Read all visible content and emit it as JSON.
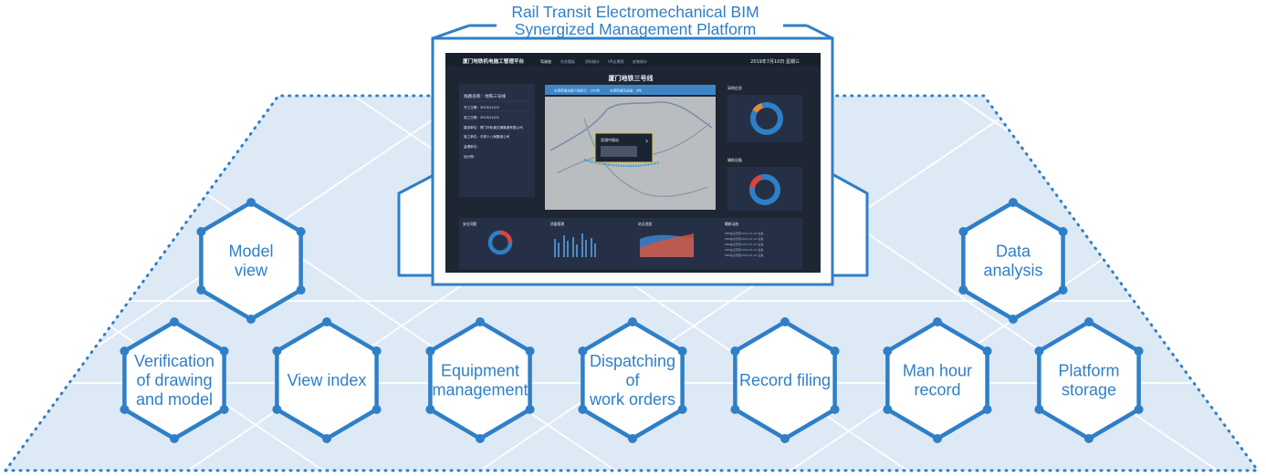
{
  "title": {
    "line1": "Rail Transit Electromechanical BIM",
    "line2": "Synergized Management Platform"
  },
  "dashboard": {
    "app_title": "厦门地铁机电施工管理平台",
    "nav": [
      "驾驶舱",
      "任务看板",
      "资料统计",
      "VR全景图",
      "安装统计"
    ],
    "date": "2019年7月10日 星期三",
    "map_title": "厦门地铁三号线",
    "banner": [
      "本周新增进度产量统计：300吨",
      "本周新增完成量：0吨"
    ],
    "info": [
      "线路名称：地铁三号线",
      "开工日期：2019/12/23",
      "竣工日期：2019/12/23",
      "建设单位：厦门市轨道交通集团有限公司",
      "施工单位：中铁十八局集团公司",
      "监理单位：",
      "设计院："
    ],
    "popup_title": "双浦中路站",
    "right_titles": [
      "采购信息",
      "辅助设备"
    ],
    "bottom_titles": [
      "安全问题",
      "质量管理",
      "站点进度",
      "最新动态"
    ],
    "news": [
      "KB9站点安装2019-07-10 设备",
      "KB9站点安装2019-07-10 设备",
      "KB9站点安装2019-07-10 设备",
      "KB9站点安装2019-07-10 设备",
      "KB9站点安装2019-07-10 设备"
    ]
  },
  "hexagons": [
    {
      "lines": [
        "Model",
        "view"
      ]
    },
    {
      "lines": [
        "Data",
        "analysis"
      ]
    },
    {
      "lines": [
        "Verification",
        "of drawing",
        "and model"
      ]
    },
    {
      "lines": [
        "View index"
      ]
    },
    {
      "lines": [
        "Equipment",
        "management"
      ]
    },
    {
      "lines": [
        "Dispatching",
        "of",
        "work orders"
      ]
    },
    {
      "lines": [
        "Record filing"
      ]
    },
    {
      "lines": [
        "Man hour",
        "record"
      ]
    },
    {
      "lines": [
        "Platform",
        "storage"
      ]
    }
  ],
  "colors": {
    "accent": "#2f7fc7",
    "platform_fill": "#dde9f5",
    "dark_screen": "#1e2634"
  }
}
